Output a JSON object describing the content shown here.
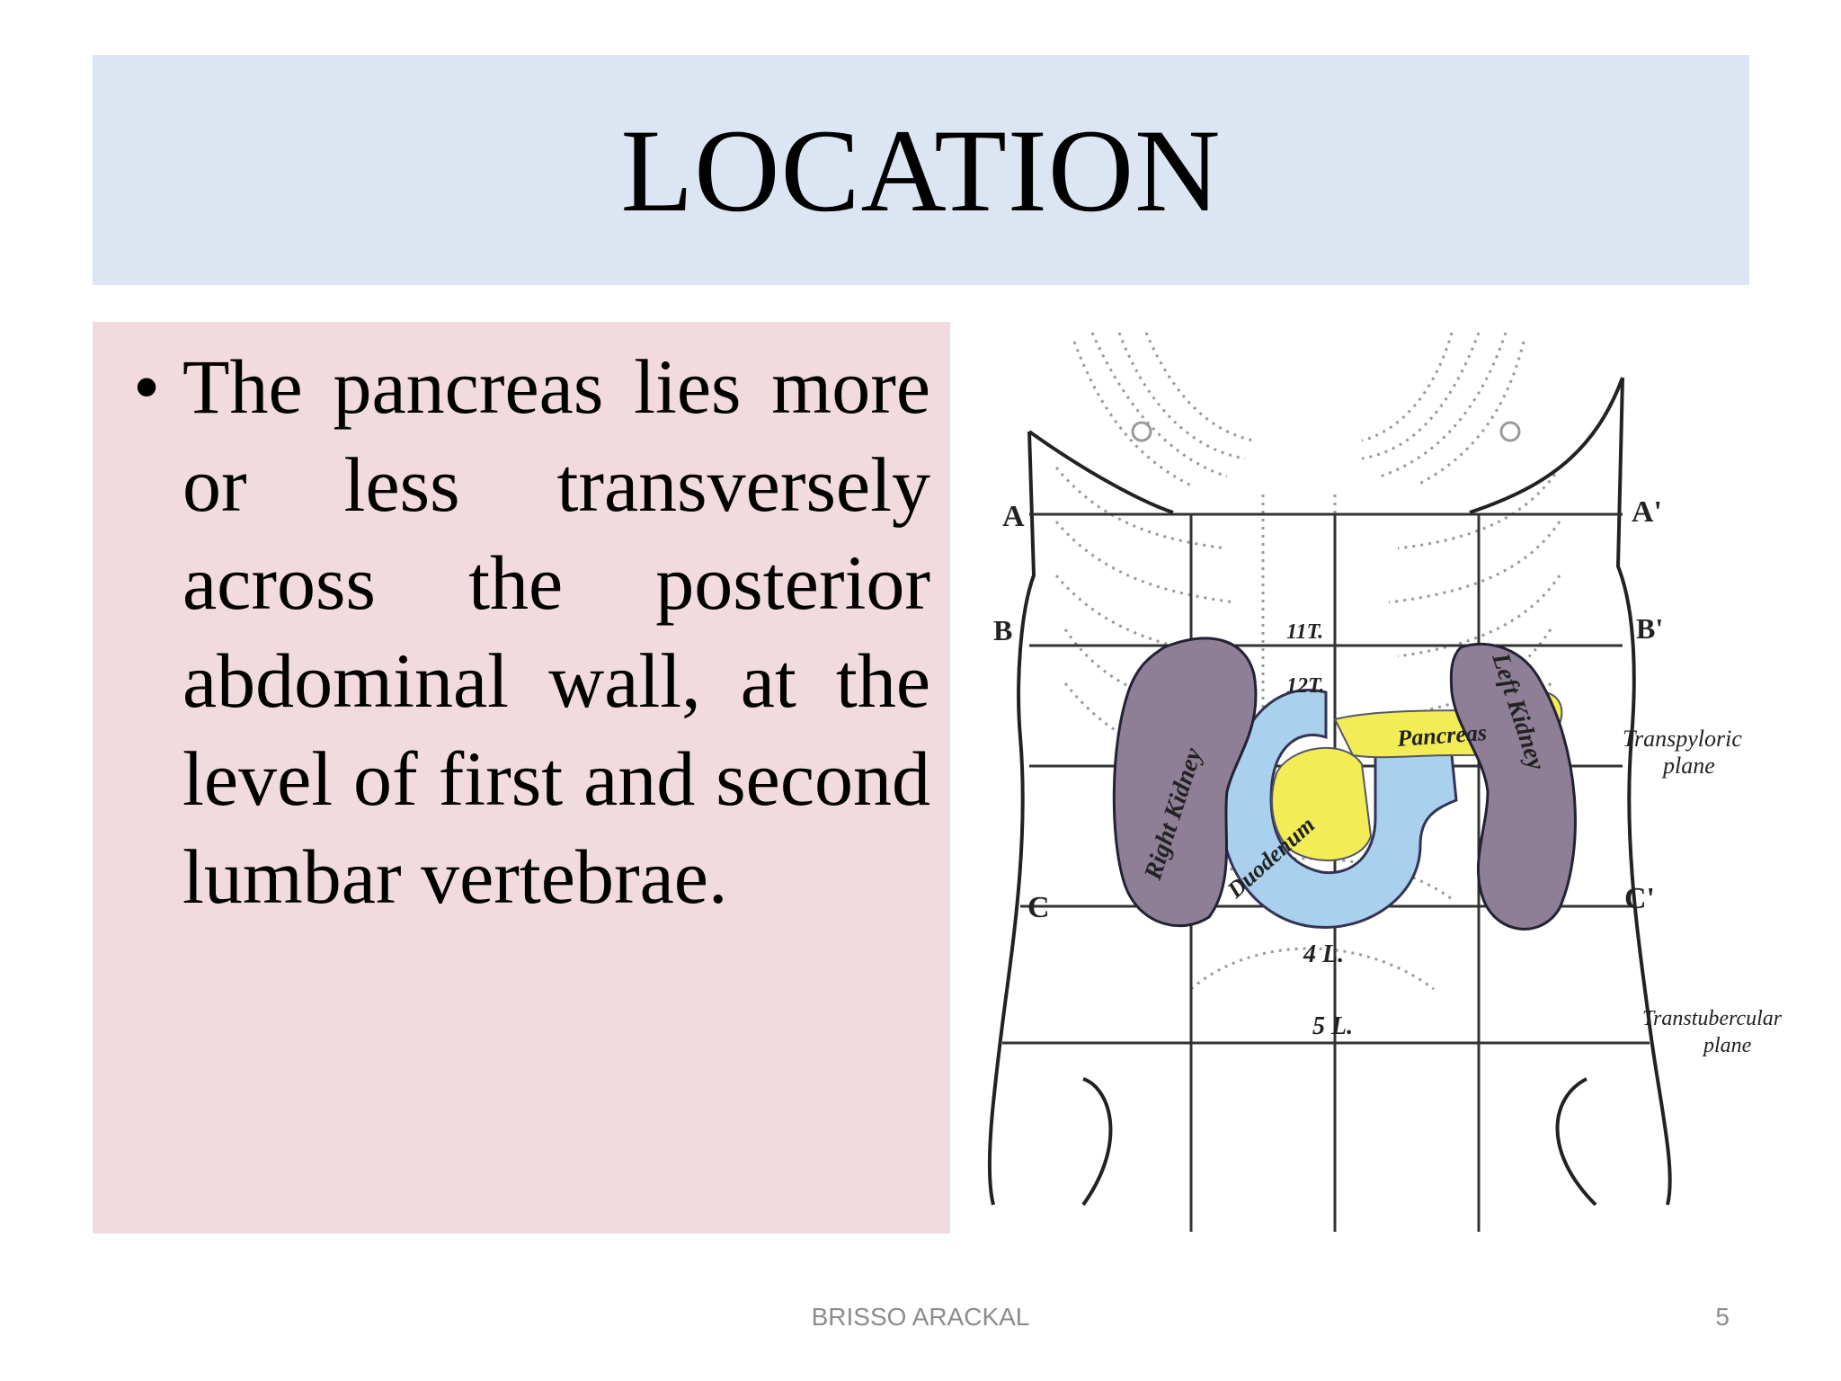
{
  "slide": {
    "title": "LOCATION",
    "bullet_text": "The pancreas lies more or less transversely across the posterior abdominal wall, at the level of first and second lumbar vertebrae.",
    "footer": "BRISSO ARACKAL",
    "page_number": "5"
  },
  "figure": {
    "labels": {
      "A": "A",
      "A_prime": "A'",
      "B": "B",
      "B_prime": "B'",
      "C": "C",
      "C_prime": "C'",
      "right_kidney": "Right Kidney",
      "left_kidney": "Left Kidney",
      "pancreas": "Pancreas",
      "duodenum": "Duodenum",
      "transpyloric": "Transpyloric",
      "transpyloric_2": "plane",
      "transtubercular": "Transtubercular",
      "transtubercular_2": "plane",
      "v_11t": "11T.",
      "v_12t": "12T.",
      "v_4l": "4 L.",
      "v_5l": "5 L."
    },
    "colors": {
      "kidney": "#8e7f96",
      "duodenum": "#a9d0ec",
      "pancreas": "#f2ec57",
      "ink": "#222222",
      "dotted": "#8a8a8a"
    }
  }
}
